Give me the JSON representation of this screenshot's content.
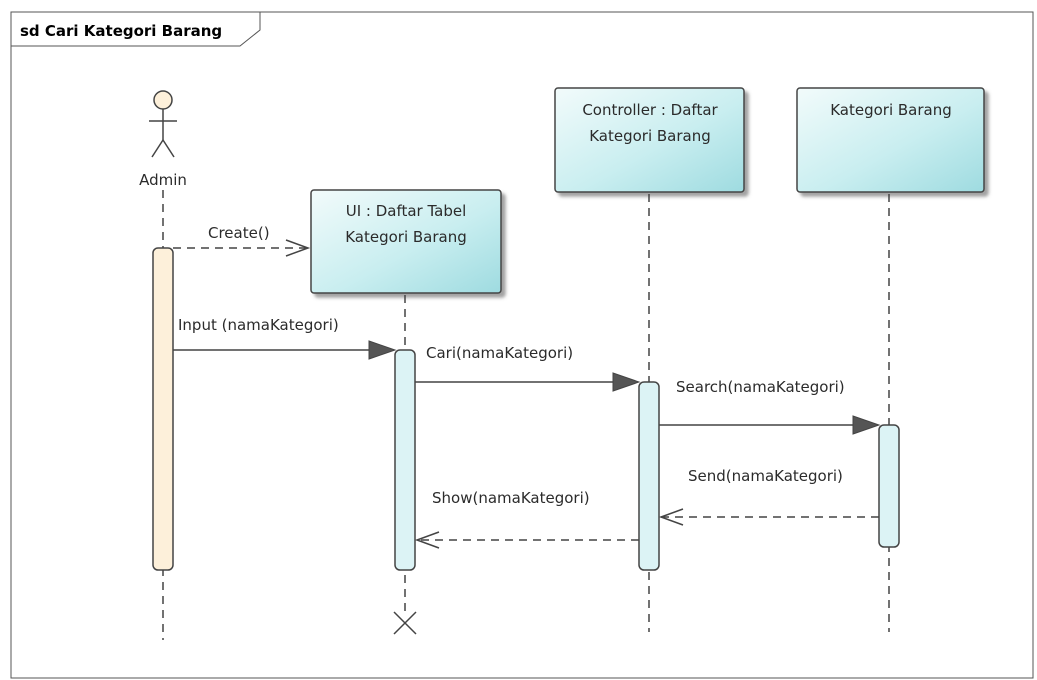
{
  "frame": {
    "title": "sd Cari Kategori Barang"
  },
  "actor": {
    "name": "Admin"
  },
  "lifelines": {
    "ui": {
      "line1": "UI : Daftar Tabel",
      "line2": "Kategori Barang"
    },
    "controller": {
      "line1": "Controller : Daftar",
      "line2": "Kategori Barang"
    },
    "kategori": {
      "line1": "Kategori Barang"
    }
  },
  "messages": {
    "create": "Create()",
    "input": "Input (namaKategori)",
    "cari": "Cari(namaKategori)",
    "search": "Search(namaKategori)",
    "send": "Send(namaKategori)",
    "show": "Show(namaKategori)"
  },
  "colors": {
    "lifeline_fill_light": "#eefafa",
    "lifeline_fill_dark": "#a8e0e4",
    "actor_activation": "#fdf0da",
    "lifeline_activation": "#dcf3f5",
    "border": "#4a4a4a"
  }
}
